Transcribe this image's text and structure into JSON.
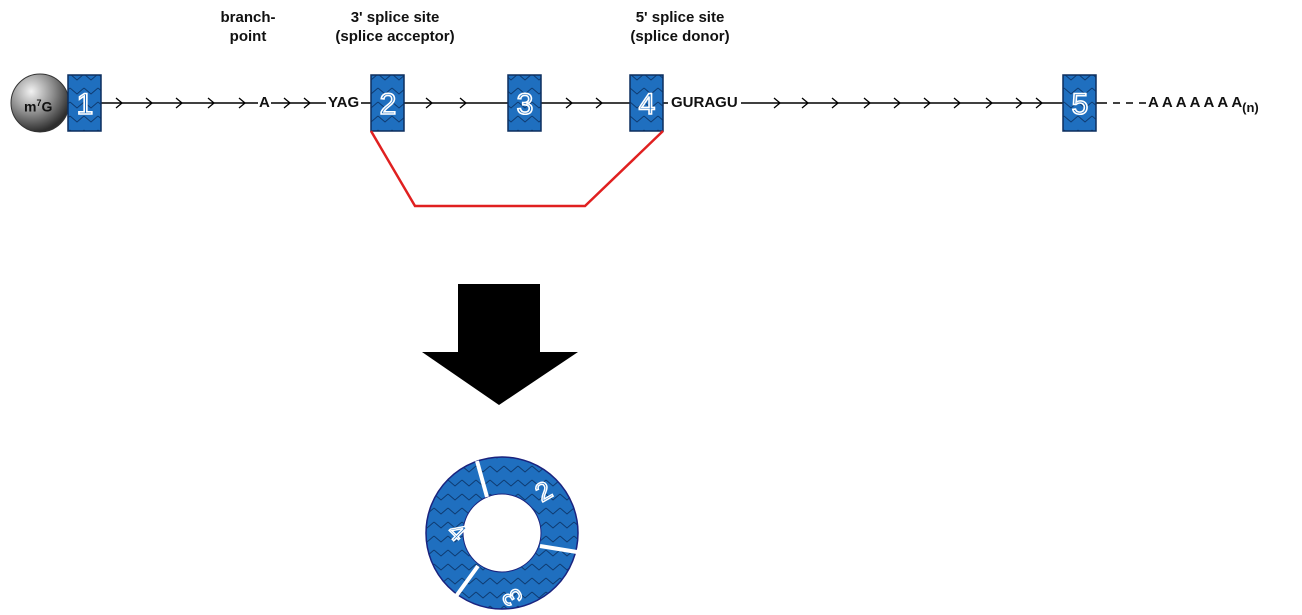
{
  "labels": {
    "branchpoint_line1": "branch-",
    "branchpoint_line2": "point",
    "splice3_line1": "3' splice site",
    "splice3_line2": "(splice acceptor)",
    "splice5_line1": "5' splice site",
    "splice5_line2": "(splice donor)"
  },
  "sequence": {
    "cap": "m",
    "cap_sup": "7",
    "cap_suffix": "G",
    "branch_a": "A",
    "acceptor_motif": "YAG",
    "donor_motif": "GURAGU",
    "polya": "A A A A A A A",
    "polya_sub": "(n)"
  },
  "exons": [
    {
      "label": "1"
    },
    {
      "label": "2"
    },
    {
      "label": "3"
    },
    {
      "label": "4"
    },
    {
      "label": "5"
    }
  ],
  "circle_exons": [
    {
      "label": "2"
    },
    {
      "label": "3"
    },
    {
      "label": "4"
    }
  ],
  "colors": {
    "exon_fill": "#1f6fbf",
    "exon_stroke": "#0d2f5e",
    "backsplice_line": "#e02020",
    "arrow": "#000000",
    "cap_fill": "#8a8a8a"
  }
}
